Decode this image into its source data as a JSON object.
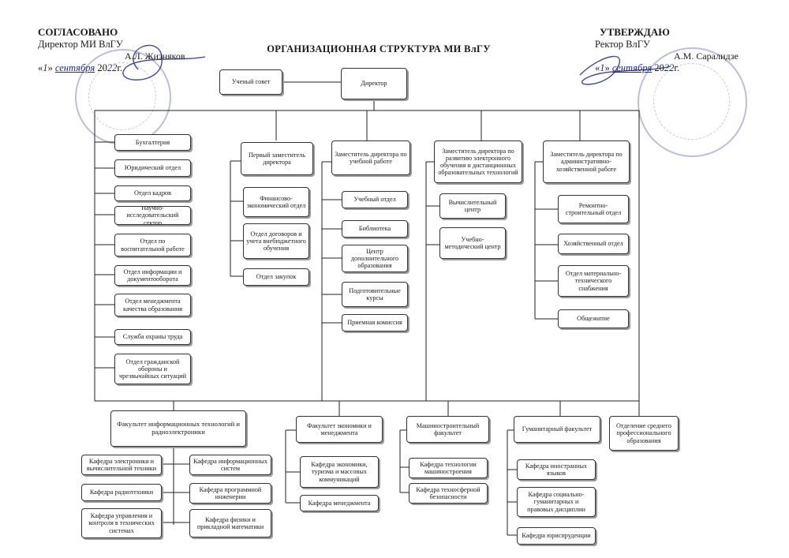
{
  "left_header": {
    "heading": "СОГЛАСОВАНО",
    "position": "Директор МИ ВлГУ",
    "name": "А.Л. Жизняков",
    "date_open": "«",
    "date_day": "1",
    "date_close": "»",
    "date_month": "сентября",
    "date_year_prefix": "20",
    "date_year_suffix": "22",
    "date_tail": "г."
  },
  "right_header": {
    "heading": "УТВЕРЖДАЮ",
    "position": "Ректор ВлГУ",
    "name": "А.М. Саралидзе",
    "date_open": "«",
    "date_day": "1",
    "date_close": "»",
    "date_month": "сентября",
    "date_year_prefix": "20",
    "date_year_suffix": "22",
    "date_tail": "г."
  },
  "title": "ОРГАНИЗАЦИОННАЯ СТРУКТУРА  МИ ВлГУ",
  "top": {
    "council": "Ученый совет",
    "director": "Директор"
  },
  "departments": [
    "Бухгалтерия",
    "Юридический отдел",
    "Отдел кадров",
    "Научно-исследовательский сектор",
    "Отдел по воспитательной работе",
    "Отдел информации и документооборота",
    "Отдел менеджмента качества образования",
    "Служба охраны труда",
    "Отдел гражданской обороны и чрезвычайных ситуаций"
  ],
  "first_deputy": {
    "title": "Первый заместитель директора",
    "units": [
      "Финансово-экономический отдел",
      "Отдел договоров и учета внебюджетного обучения",
      "Отдел закупок"
    ]
  },
  "deputy_study": {
    "title": "Заместитель директора по учебной работе",
    "units": [
      "Учебный отдел",
      "Библиотека",
      "Центр дополнительного образования",
      "Подготовительные курсы",
      "Приемная комиссия"
    ]
  },
  "deputy_elearning": {
    "title": "Заместитель директора по развитию электронного обучения и дистанционных образовательных технологий",
    "units": [
      "Вычислительный центр",
      "Учебно-методический центр"
    ]
  },
  "deputy_admin": {
    "title": "Заместитель директора по административно-хозяйственной работе",
    "units": [
      "Ремонтно-строительный отдел",
      "Хозяйственный отдел",
      "Отдел материально-технического снабжения",
      "Общежитие"
    ]
  },
  "faculties": {
    "it": {
      "title": "Факультет информационных технологий и радиоэлектроники",
      "left": [
        "Кафедра электроники и вычислительной техники",
        "Кафедра радиотехники",
        "Кафедра управления и контроля в технических системах"
      ],
      "right": [
        "Кафедра информационных систем",
        "Кафедра программной инженерии",
        "Кафедра физики и прикладной математики"
      ]
    },
    "econ": {
      "title": "Факультет экономики и менеджмента",
      "units": [
        "Кафедра экономики, туризма и массовых коммуникаций",
        "Кафедра менеджмента"
      ]
    },
    "mech": {
      "title": "Машиностроительный факультет",
      "units": [
        "Кафедра технологии машиностроения",
        "Кафедра техносферной безопасности"
      ]
    },
    "hum": {
      "title": "Гуманитарный факультет",
      "units": [
        "Кафедра иностранных языков",
        "Кафедра социально-гуманитарных и правовых дисциплин",
        "Кафедра юриспруденции"
      ]
    },
    "college": {
      "title": "Отделение среднего профессионального образования"
    }
  },
  "colors": {
    "ink": "#1a1a1a",
    "signature": "#1d2a8a",
    "stamp": "#3c46a0"
  }
}
